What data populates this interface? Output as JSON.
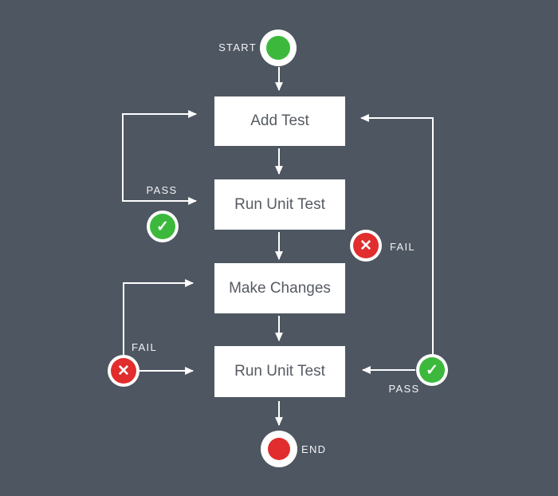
{
  "boxes": [
    {
      "label": "Add Test"
    },
    {
      "label": "Run Unit Test"
    },
    {
      "label": "Make Changes"
    },
    {
      "label": "Run Unit Test"
    }
  ],
  "labels": {
    "start": "START",
    "end": "END"
  },
  "badges": {
    "left_pass": "PASS",
    "right_fail": "FAIL",
    "left_fail": "FAIL",
    "right_pass": "PASS"
  },
  "icons": {
    "check": "✓",
    "cross": "✕"
  },
  "edges": [
    {
      "from": "START",
      "to": "Add Test"
    },
    {
      "from": "Add Test",
      "to": "Run Unit Test"
    },
    {
      "from": "Run Unit Test",
      "to": "Make Changes",
      "label": "FAIL"
    },
    {
      "from": "Run Unit Test",
      "to": "Add Test",
      "label": "PASS"
    },
    {
      "from": "Make Changes",
      "to": "Run Unit Test"
    },
    {
      "from": "Run Unit Test",
      "to": "Make Changes",
      "label": "FAIL"
    },
    {
      "from": "Run Unit Test",
      "to": "Add Test",
      "label": "PASS"
    },
    {
      "from": "Run Unit Test",
      "to": "END"
    }
  ],
  "colors": {
    "background": "#4e5661",
    "box_fill": "#ffffff",
    "box_text": "#565b62",
    "green": "#3cb93c",
    "red": "#e12d2d",
    "line": "#ffffff",
    "label_text": "#f2f3f5"
  }
}
